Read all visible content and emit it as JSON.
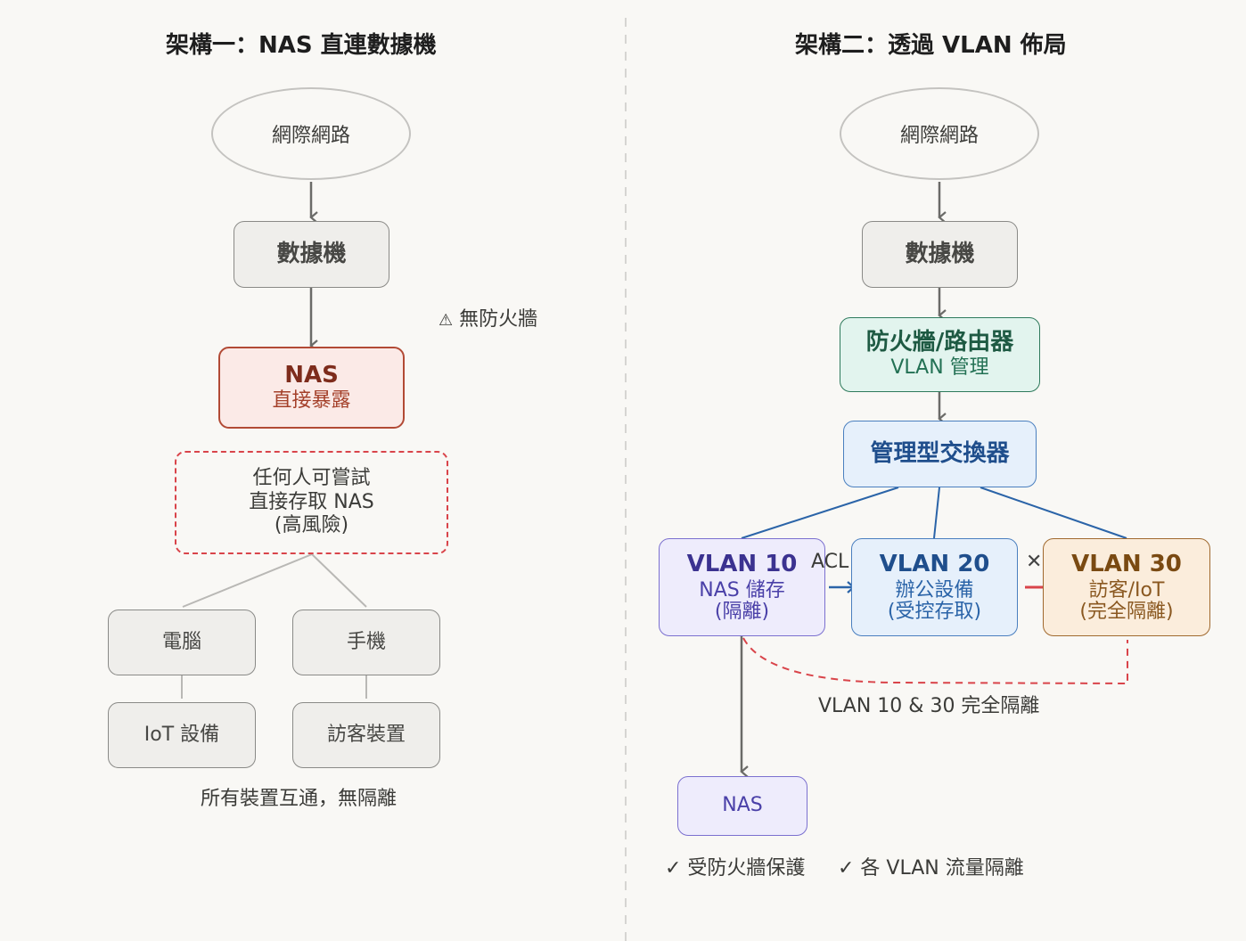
{
  "left": {
    "title": "架構一：NAS 直連數據機",
    "internet": "網際網路",
    "modem": "數據機",
    "warning_icon": "warning-triangle-icon",
    "warning": "無防火牆",
    "nas": {
      "title": "NAS",
      "subtitle": "直接暴露"
    },
    "risk": {
      "line1": "任何人可嘗試",
      "line2": "直接存取 NAS",
      "line3": "(高風險)"
    },
    "devices": [
      "電腦",
      "手機",
      "IoT 設備",
      "訪客裝置"
    ],
    "footer": "所有裝置互通，無隔離"
  },
  "right": {
    "title": "架構二：透過 VLAN 佈局",
    "internet": "網際網路",
    "modem": "數據機",
    "firewall": {
      "title": "防火牆/路由器",
      "subtitle": "VLAN 管理"
    },
    "switch": "管理型交換器",
    "vlans": [
      {
        "title": "VLAN 10",
        "line1": "NAS 儲存",
        "line2": "(隔離)"
      },
      {
        "title": "VLAN 20",
        "line1": "辦公設備",
        "line2": "(受控存取)"
      },
      {
        "title": "VLAN 30",
        "line1": "訪客/IoT",
        "line2": "(完全隔離)"
      }
    ],
    "acl_label": "ACL",
    "block_symbol": "✕",
    "isolation_note": "VLAN 10 & 30 完全隔離",
    "nas": "NAS",
    "benefits": [
      "✓ 受防火牆保護",
      "✓ 各 VLAN 流量隔離"
    ]
  },
  "colors": {
    "danger": "#c0392b",
    "firewall_green": "#1e6b4f",
    "switch_blue": "#1f4e8c",
    "vlan10_purple": "#3b3290",
    "vlan30_brown": "#7a4a12"
  }
}
